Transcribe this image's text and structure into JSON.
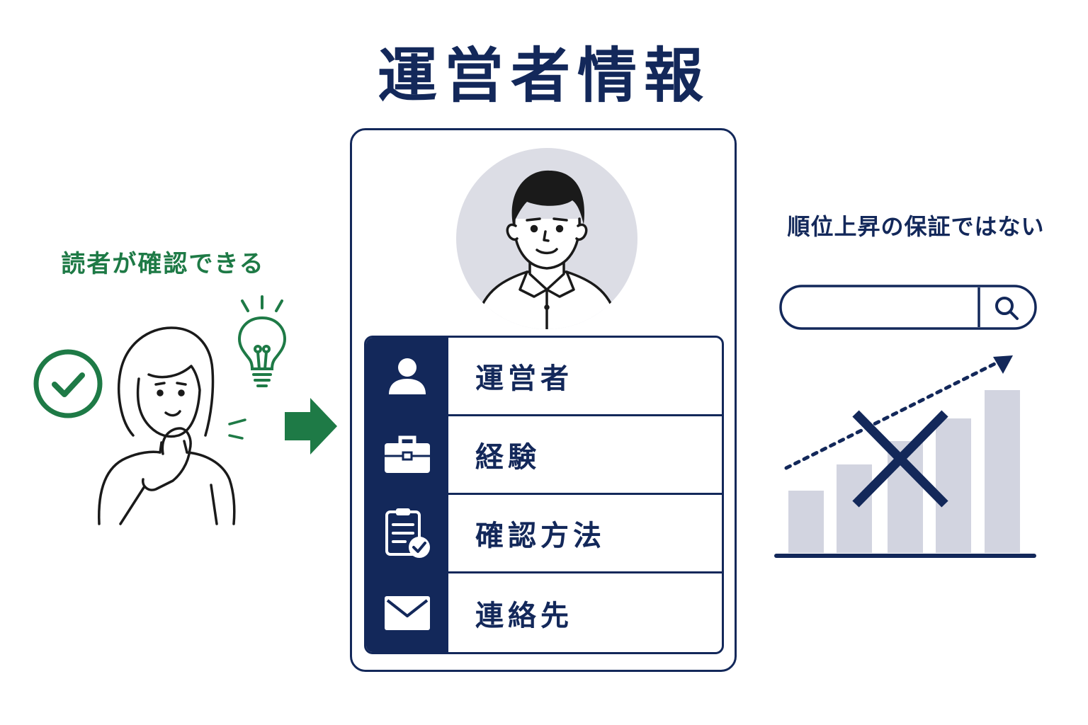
{
  "title": "運営者情報",
  "left": {
    "label": "読者が確認できる",
    "icons": [
      "check-circle-icon",
      "lightbulb-icon",
      "thinking-woman-illustration",
      "arrow-right-icon"
    ]
  },
  "card": {
    "avatar": "man-avatar-icon",
    "items": [
      {
        "label": "運営者",
        "icon": "person-icon"
      },
      {
        "label": "経験",
        "icon": "briefcase-icon"
      },
      {
        "label": "確認方法",
        "icon": "clipboard-check-icon"
      },
      {
        "label": "連絡先",
        "icon": "envelope-icon"
      }
    ]
  },
  "right": {
    "label": "順位上昇の保証ではない",
    "search_icon": "search-icon",
    "chart_icons": [
      "dotted-up-arrow",
      "x-mark-icon"
    ]
  },
  "colors": {
    "navy": "#13285a",
    "green": "#1e7a46",
    "gray": "#d2d4e0",
    "light_gray": "#dcdde5"
  }
}
